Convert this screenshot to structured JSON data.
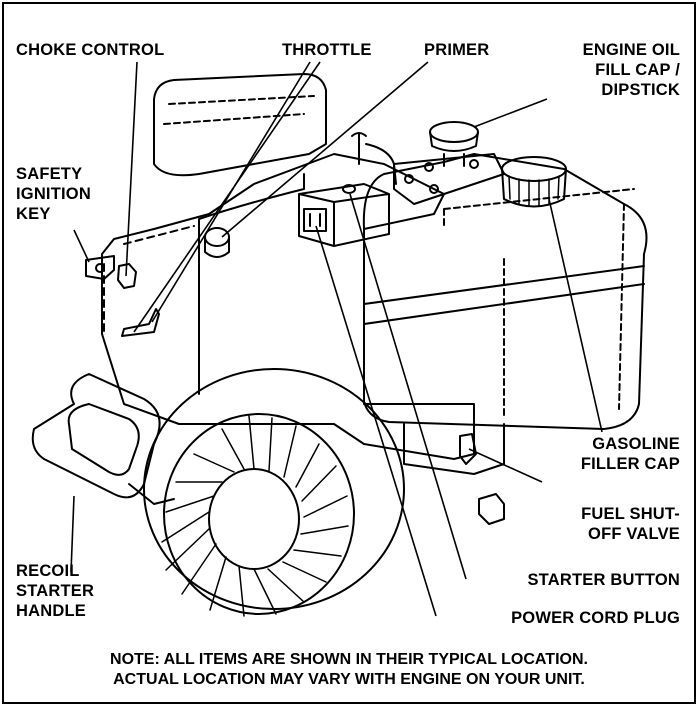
{
  "labels": {
    "choke_control": "CHOKE CONTROL",
    "throttle": "THROTTLE",
    "primer": "PRIMER",
    "engine_oil": [
      "ENGINE OIL",
      "FILL CAP /",
      "DIPSTICK"
    ],
    "safety_key": [
      "SAFETY",
      "IGNITION",
      "KEY"
    ],
    "gasoline_cap": [
      "GASOLINE",
      "FILLER CAP"
    ],
    "fuel_valve": [
      "FUEL SHUT-",
      "OFF VALVE"
    ],
    "recoil_handle": [
      "RECOIL",
      "STARTER",
      "HANDLE"
    ],
    "starter_button": "STARTER BUTTON",
    "power_cord": "POWER CORD PLUG"
  },
  "note": [
    "NOTE:  ALL ITEMS ARE SHOWN IN THEIR TYPICAL LOCATION.",
    "ACTUAL LOCATION MAY VARY WITH ENGINE ON YOUR UNIT."
  ]
}
